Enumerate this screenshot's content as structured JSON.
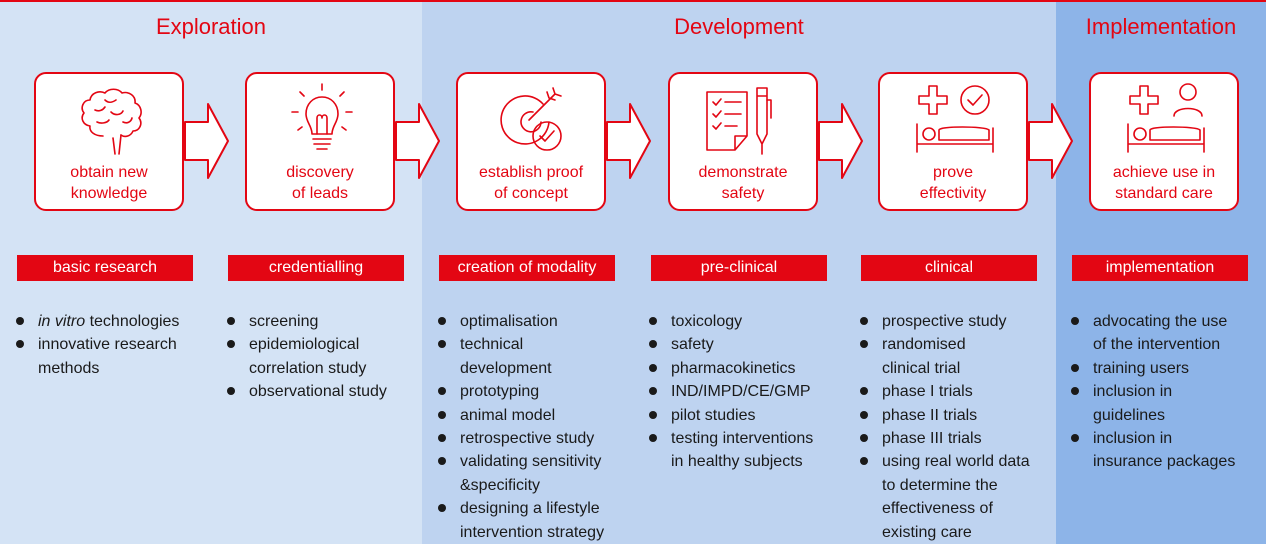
{
  "phases": [
    {
      "title": "Exploration"
    },
    {
      "title": "Development"
    },
    {
      "title": "Implementation"
    }
  ],
  "steps": [
    {
      "icon": "brain-icon",
      "label_lines": [
        "obtain new",
        "knowledge"
      ],
      "stage": "basic research",
      "bullets": [
        {
          "italic_prefix": "in vitro",
          "lines": [
            " technologies"
          ]
        },
        {
          "lines": [
            "innovative research",
            "methods"
          ]
        }
      ]
    },
    {
      "icon": "lightbulb-icon",
      "label_lines": [
        "discovery",
        "of leads"
      ],
      "stage": "credentialling",
      "bullets": [
        {
          "lines": [
            "screening"
          ]
        },
        {
          "lines": [
            "epidemiological",
            "correlation study"
          ]
        },
        {
          "lines": [
            "observational study"
          ]
        }
      ]
    },
    {
      "icon": "target-check-icon",
      "label_lines": [
        "establish proof",
        "of concept"
      ],
      "stage": "creation of modality",
      "bullets": [
        {
          "lines": [
            "optimalisation"
          ]
        },
        {
          "lines": [
            "technical",
            "development"
          ]
        },
        {
          "lines": [
            "prototyping"
          ]
        },
        {
          "lines": [
            "animal model"
          ]
        },
        {
          "lines": [
            "retrospective study"
          ]
        },
        {
          "lines": [
            "validating sensitivity",
            "&specificity"
          ]
        },
        {
          "lines": [
            "designing a lifestyle",
            "intervention strategy"
          ]
        }
      ]
    },
    {
      "icon": "checklist-pen-icon",
      "label_lines": [
        "demonstrate",
        "safety"
      ],
      "stage": "pre-clinical",
      "bullets": [
        {
          "lines": [
            "toxicology"
          ]
        },
        {
          "lines": [
            "safety"
          ]
        },
        {
          "lines": [
            "pharmacokinetics"
          ]
        },
        {
          "lines": [
            "IND/IMPD/CE/GMP"
          ]
        },
        {
          "lines": [
            "pilot studies"
          ]
        },
        {
          "lines": [
            "testing interventions",
            "in healthy subjects"
          ]
        }
      ]
    },
    {
      "icon": "medical-bed-check-icon",
      "label_lines": [
        "prove",
        "effectivity"
      ],
      "stage": "clinical",
      "bullets": [
        {
          "lines": [
            "prospective study"
          ]
        },
        {
          "lines": [
            "randomised",
            "clinical trial"
          ]
        },
        {
          "lines": [
            "phase I trials"
          ]
        },
        {
          "lines": [
            "phase II trials"
          ]
        },
        {
          "lines": [
            "phase III trials"
          ]
        },
        {
          "lines": [
            "using real world data",
            "to determine the",
            "effectiveness of",
            "existing care"
          ]
        }
      ]
    },
    {
      "icon": "medical-bed-person-icon",
      "label_lines": [
        "achieve use in",
        "standard care"
      ],
      "stage": "implementation",
      "bullets": [
        {
          "lines": [
            "advocating the use",
            "of the intervention"
          ]
        },
        {
          "lines": [
            "training users"
          ]
        },
        {
          "lines": [
            "inclusion in",
            "guidelines"
          ]
        },
        {
          "lines": [
            "inclusion in",
            "insurance packages"
          ]
        }
      ]
    }
  ],
  "colors": {
    "accent": "#e30613",
    "exploration_bg": "#d4e3f5",
    "development_bg": "#bed3f0",
    "implementation_bg": "#8db4e8",
    "text": "#1a1a1a"
  }
}
